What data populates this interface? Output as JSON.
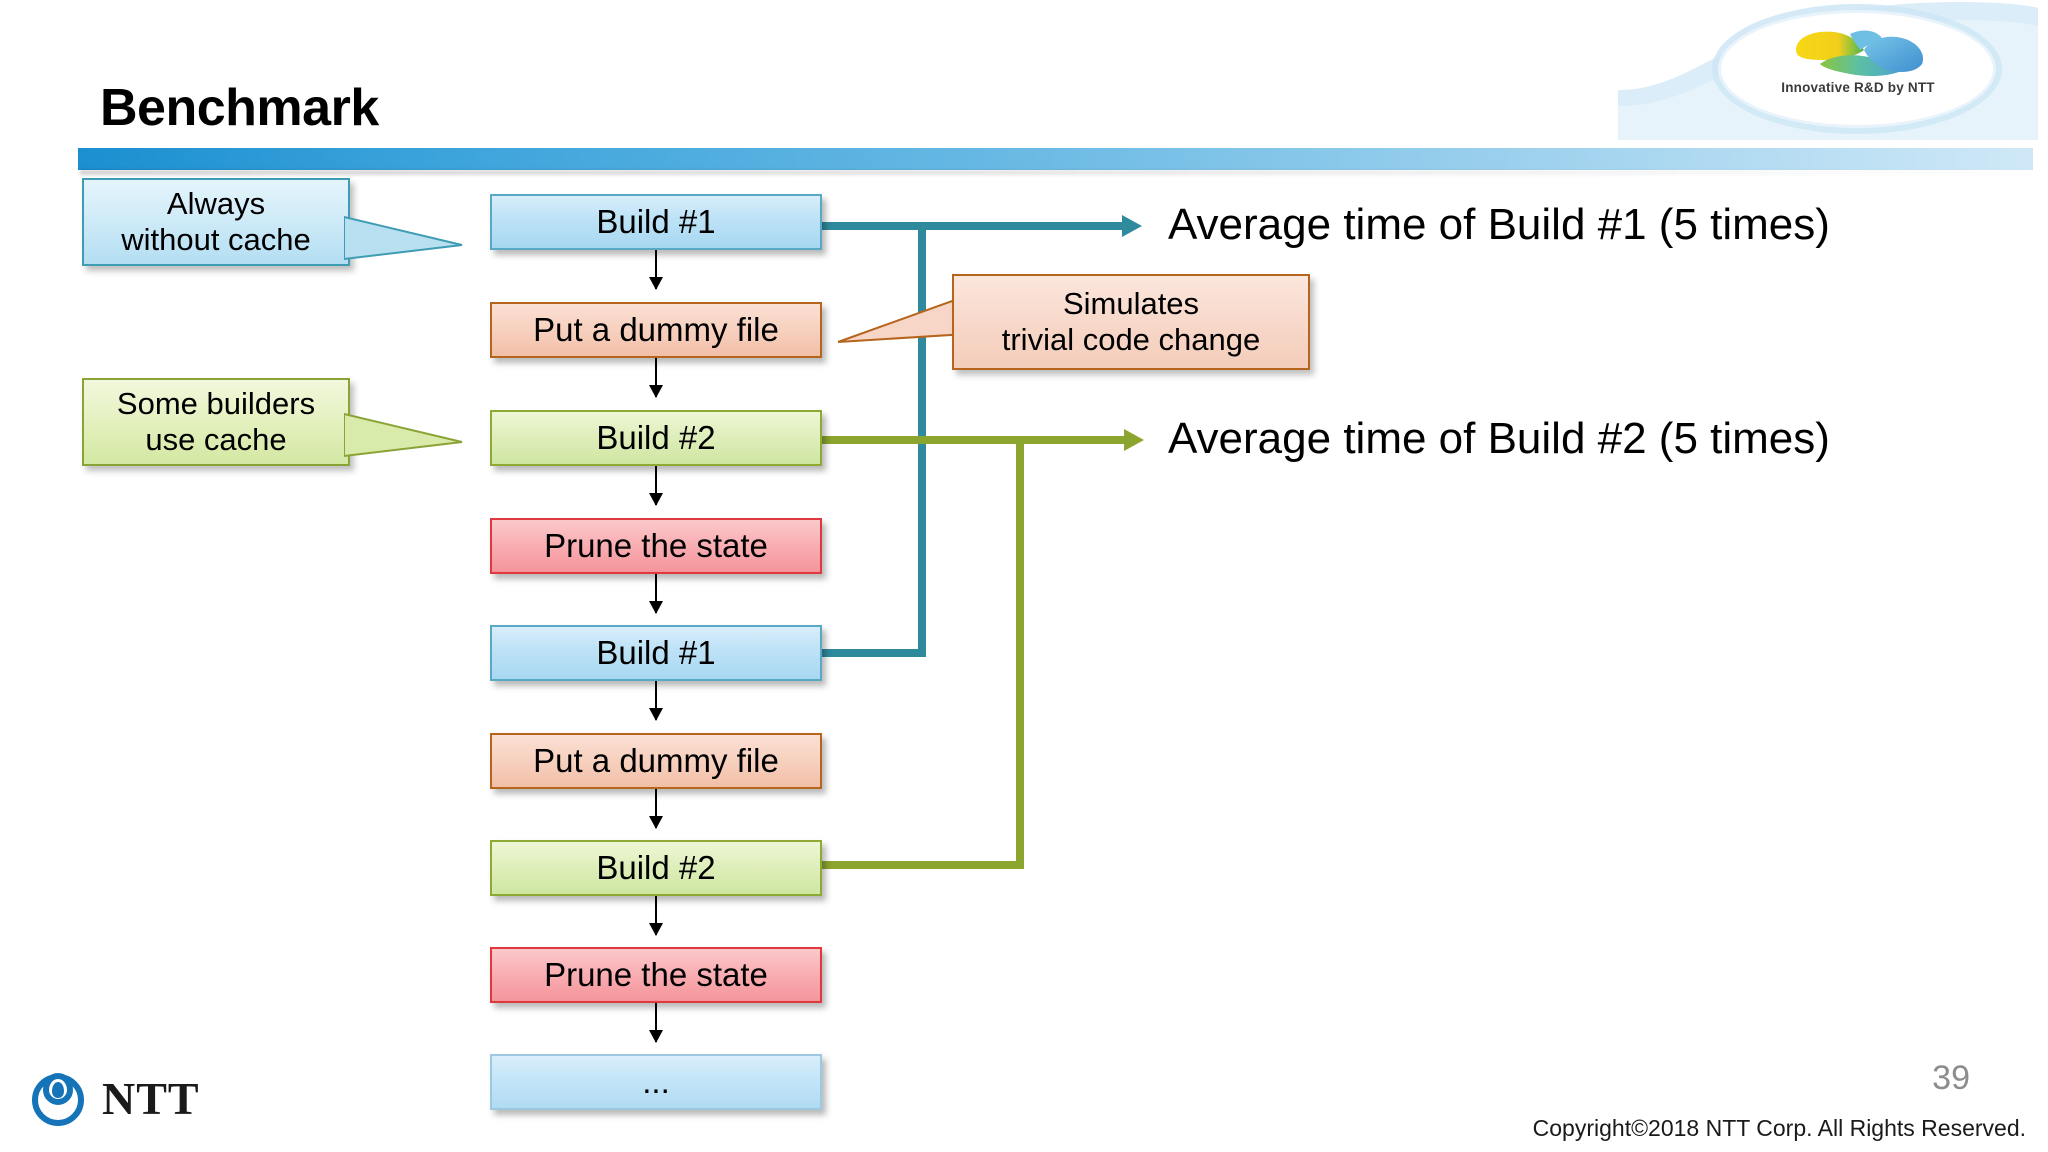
{
  "slide": {
    "title": "Benchmark",
    "page_number": "39",
    "copyright": "Copyright©2018  NTT Corp. All Rights Reserved."
  },
  "branding": {
    "corner_logo_text": "Innovative R&D by NTT",
    "footer_logo_text": "NTT",
    "corner_logo_icon": "ntt-innovative-swirl-icon",
    "footer_logo_icon": "ntt-circle-logo-icon",
    "accent_blue": "#1b8fd0",
    "teal": "#2f8a9e",
    "olive": "#8ba52e"
  },
  "flow": {
    "steps": [
      {
        "label": "Build #1",
        "style": "blue"
      },
      {
        "label": "Put a dummy file",
        "style": "peach"
      },
      {
        "label": "Build #2",
        "style": "green"
      },
      {
        "label": "Prune the state",
        "style": "red"
      },
      {
        "label": "Build #1",
        "style": "blue"
      },
      {
        "label": "Put a dummy file",
        "style": "peach"
      },
      {
        "label": "Build #2",
        "style": "green"
      },
      {
        "label": "Prune the state",
        "style": "red"
      },
      {
        "label": "...",
        "style": "dots"
      }
    ]
  },
  "callouts": {
    "always_without_cache": {
      "line1": "Always",
      "line2": "without cache"
    },
    "some_builders_use_cache": {
      "line1": "Some builders",
      "line2": "use cache"
    },
    "simulates_trivial_change": {
      "line1": "Simulates",
      "line2": "trivial code change"
    }
  },
  "results": {
    "build1_average": "Average time of Build #1 (5 times)",
    "build2_average": "Average time of Build #2 (5 times)"
  }
}
